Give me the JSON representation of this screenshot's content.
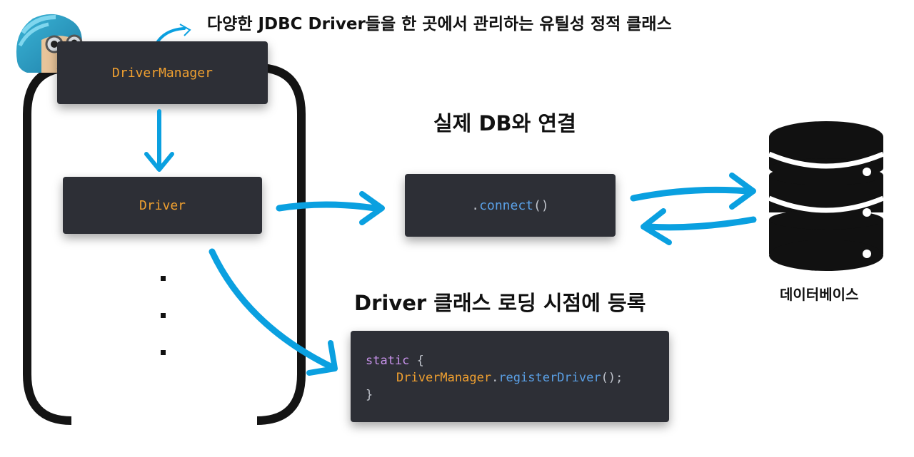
{
  "header": {
    "title": "다양한 JDBC Driver들을 한 곳에서 관리하는 유틸성 정적 클래스"
  },
  "boxes": {
    "driver_manager": "DriverManager",
    "driver": "Driver",
    "connect_prefix": ".",
    "connect_method": "connect",
    "connect_suffix": "()"
  },
  "labels": {
    "connect_heading": "실제 DB와 연결",
    "register_heading": "Driver 클래스 로딩 시점에 등록",
    "database": "데이터베이스"
  },
  "code": {
    "line1_keyword": "static",
    "line1_brace": " {",
    "line2_class": "DriverManager",
    "line2_dot": ".",
    "line2_method": "registerDriver",
    "line2_tail": "();",
    "line3": "}"
  },
  "colors": {
    "arrow": "#0aa0e0",
    "box_bg": "#2d2f36",
    "code_orange": "#f0a030",
    "code_blue": "#5aa0e6",
    "code_purple": "#c792ea",
    "bracket": "#141414"
  },
  "icons": {
    "mascot": "mascot-goggles-icon",
    "database": "database-icon"
  }
}
